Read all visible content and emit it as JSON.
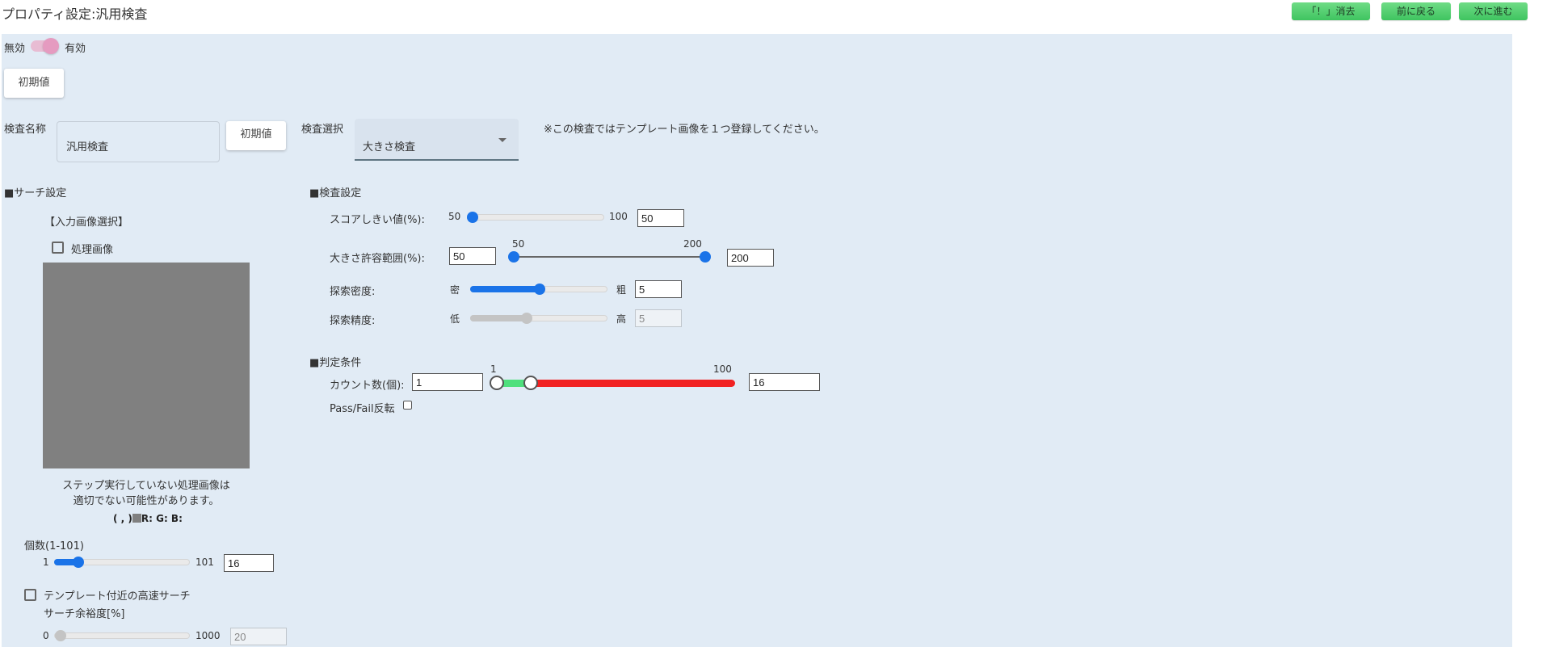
{
  "header": {
    "title": "プロパティ設定:汎用検査",
    "buttons": {
      "clear_label": "「！」消去",
      "back_label": "前に戻る",
      "next_label": "次に進む"
    },
    "button_color": "#4cca69"
  },
  "enable_toggle": {
    "off_label": "無効",
    "on_label": "有効",
    "state": "on"
  },
  "reset_button_label": "初期値",
  "inspection_name": {
    "label": "検査名称",
    "value": "汎用検査",
    "reset_label": "初期値"
  },
  "inspection_select": {
    "label": "検査選択",
    "selected": "大きさ検査"
  },
  "notice": "※この検査ではテンプレート画像を１つ登録してください。",
  "search_settings": {
    "heading": "■サーチ設定",
    "input_image_heading": "【入力画像選択】",
    "processed_image_label": "処理画像",
    "processed_image_checked": false,
    "warning_line1": "ステップ実行していない処理画像は",
    "warning_line2": "適切でない可能性があります。",
    "pixel_info": {
      "coords": "( , )",
      "rgb": "R: G: B:",
      "swatch_color": "#808080"
    },
    "count": {
      "label": "個数(1-101)",
      "min": "1",
      "max": "101",
      "value": "16"
    },
    "fast_search": {
      "label": "テンプレート付近の高速サーチ",
      "checked": false
    },
    "margin": {
      "label": "サーチ余裕度[%]",
      "min": "0",
      "max": "1000",
      "value": "20"
    }
  },
  "inspection_settings": {
    "heading": "■検査設定",
    "score_threshold": {
      "label": "スコアしきい値(%):",
      "min": "50",
      "max": "100",
      "value": "50"
    },
    "size_range": {
      "label": "大きさ許容範囲(%):",
      "low_value": "50",
      "high_value": "200",
      "low_tick": "50",
      "high_tick": "200"
    },
    "search_density": {
      "label": "探索密度:",
      "min_label": "密",
      "max_label": "粗",
      "value": "5"
    },
    "search_precision": {
      "label": "探索精度:",
      "min_label": "低",
      "max_label": "高",
      "value": "5"
    }
  },
  "judgement": {
    "heading": "■判定条件",
    "count": {
      "label": "カウント数(個):",
      "low_value": "1",
      "high_value": "16",
      "min_tick": "1",
      "max_tick": "100",
      "pass_color": "#4fe07d",
      "fail_color": "#f12222"
    },
    "invert": {
      "label": "Pass/Fail反転",
      "checked": false
    }
  }
}
